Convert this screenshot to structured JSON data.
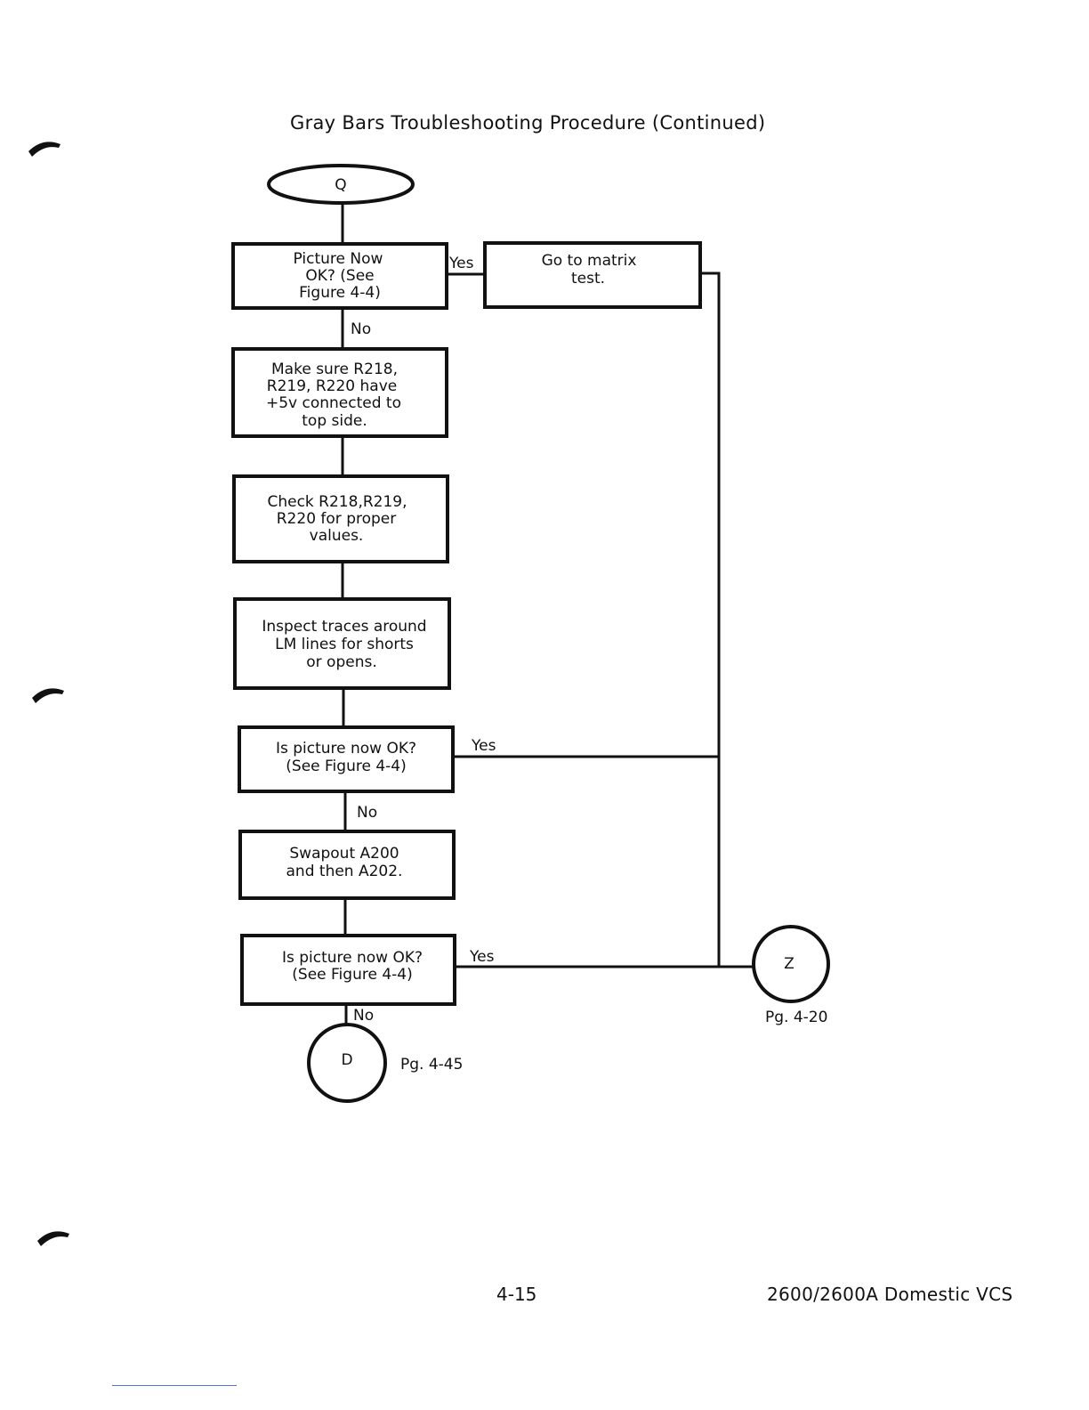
{
  "title": "Gray Bars Troubleshooting Procedure (Continued)",
  "start": {
    "label": "Q"
  },
  "boxes": [
    {
      "lines": [
        "Picture Now",
        "OK? (See",
        "Figure 4-4)"
      ]
    },
    {
      "lines": [
        "Go to matrix",
        "test."
      ]
    },
    {
      "lines": [
        "Make sure R218,",
        "R219, R220 have",
        "+5v connected to",
        "top side."
      ]
    },
    {
      "lines": [
        "Check R218,R219,",
        "R220 for proper",
        "values."
      ]
    },
    {
      "lines": [
        "Inspect traces around",
        "LM lines for shorts",
        "or opens."
      ]
    },
    {
      "lines": [
        "Is picture now OK?",
        "(See Figure 4-4)"
      ]
    },
    {
      "lines": [
        "Swapout A200",
        "and then A202."
      ]
    },
    {
      "lines": [
        "Is picture now OK?",
        "(See Figure 4-4)"
      ]
    }
  ],
  "edge_labels": {
    "yes1": "Yes",
    "no1": "No",
    "yes2": "Yes",
    "no2": "No",
    "yes3": "Yes",
    "no3": "No"
  },
  "connectors": {
    "z": {
      "label": "Z",
      "page": "Pg. 4-20"
    },
    "d": {
      "label": "D",
      "page": "Pg. 4-45"
    }
  },
  "footer": {
    "page_number": "4-15",
    "model": "2600/2600A Domestic VCS"
  }
}
